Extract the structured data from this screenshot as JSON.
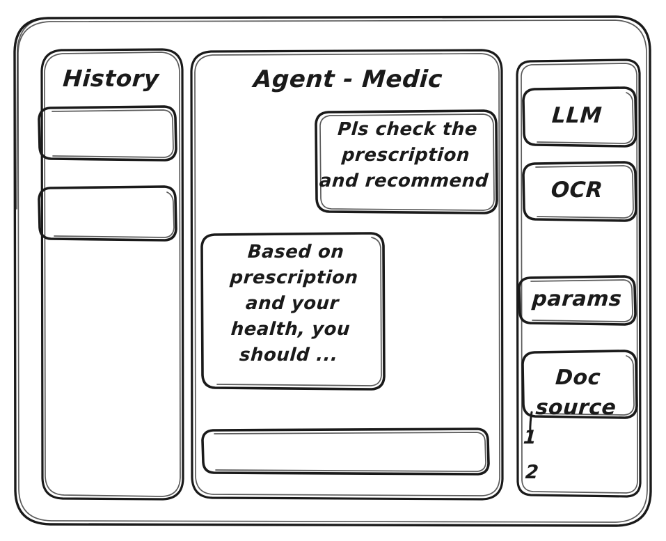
{
  "app": {
    "frame_name": "hand-drawn-wireframe",
    "ink_color": "#1a1a1a",
    "background_color": "#ffffff"
  },
  "sidebar_left": {
    "title": "History",
    "items": [
      {
        "label": ""
      },
      {
        "label": ""
      }
    ]
  },
  "main": {
    "title": "Agent - Medic",
    "messages": [
      {
        "role": "user",
        "text": "Pls check the\nprescription\nand recommend"
      },
      {
        "role": "agent",
        "text": "Based on\nprescription\nand your\nhealth, you\nshould ..."
      }
    ],
    "composer": {
      "value": "",
      "placeholder": ""
    }
  },
  "sidebar_right": {
    "tools": [
      {
        "label": "LLM"
      },
      {
        "label": "OCR"
      }
    ],
    "params": {
      "label": "params"
    },
    "doc_source": {
      "label": "Doc\nsource",
      "items": [
        {
          "label": "1"
        },
        {
          "label": "2"
        }
      ]
    }
  }
}
